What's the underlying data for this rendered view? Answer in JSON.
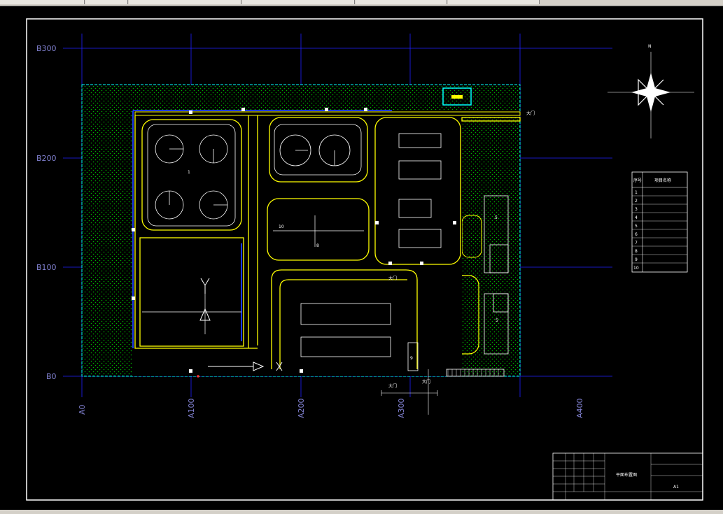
{
  "north_label": "N",
  "axis_b": [
    "B300",
    "B200",
    "B100",
    "B0"
  ],
  "axis_a": [
    "A0",
    "A100",
    "A200",
    "A300",
    "A400"
  ],
  "gate_labels": [
    "大门",
    "大门",
    "大门",
    "大门"
  ],
  "numbers": [
    "1",
    "10",
    "8",
    "9",
    "5",
    "5"
  ],
  "legend": {
    "header": [
      "序号",
      "项目名称"
    ],
    "rows": [
      "1",
      "2",
      "3",
      "4",
      "5",
      "6",
      "7",
      "8",
      "9",
      "10"
    ]
  },
  "title_block": {
    "drawing_title": "平面布置图",
    "sheet": "A1"
  },
  "colors": {
    "background": "#000000",
    "frame": "#ffffff",
    "grid": "#0000ff",
    "road": "#ffff00",
    "green_zone": "#00c000",
    "boundary": "#00ffff",
    "axis_text": "#8080d0"
  }
}
